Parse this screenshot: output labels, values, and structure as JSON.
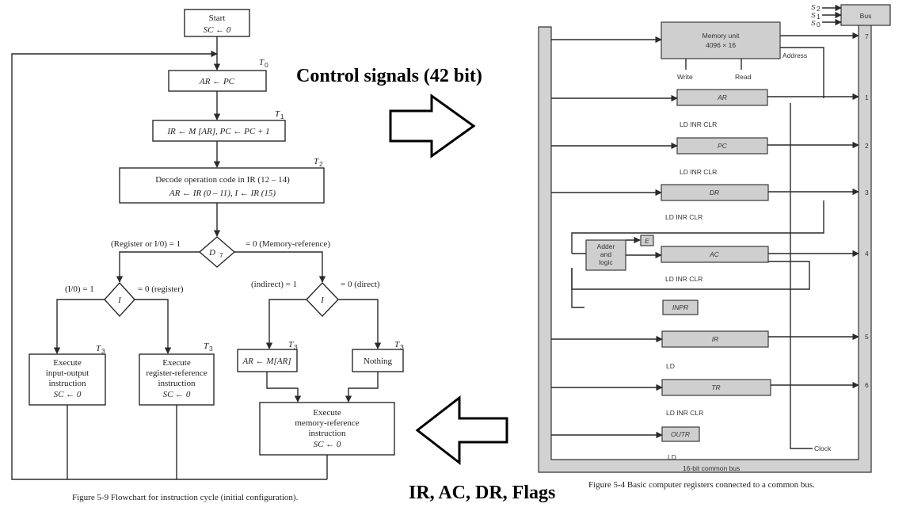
{
  "flowchart": {
    "start": [
      "Start",
      "SC ← 0"
    ],
    "t0": "T",
    "t0_sub": "0",
    "fetch1": "AR ← PC",
    "t1": "T",
    "t1_sub": "1",
    "fetch2": "IR ← M [AR],  PC ← PC + 1",
    "t2": "T",
    "t2_sub": "2",
    "decode": [
      "Decode operation code in IR (12 – 14)",
      "AR ← IR (0 – 11),  I ← IR (15)"
    ],
    "d7": "D",
    "d7_sub": "7",
    "d7_left": "(Register or I/0)  = 1",
    "d7_right": "= 0  (Memory-reference)",
    "i_left_label": "I",
    "i_left_one": "(I/0)  = 1",
    "i_left_zero": "= 0  (register)",
    "i_right_label": "I",
    "i_right_one": "(indirect)  = 1",
    "i_right_zero": "= 0  (direct)",
    "t3": "T",
    "t3_sub": "3",
    "box_io": [
      "Execute",
      "input-output",
      "instruction",
      "SC ← 0"
    ],
    "box_reg": [
      "Execute",
      "register-reference",
      "instruction",
      "SC ← 0"
    ],
    "box_ind": "AR ← M[AR]",
    "box_nothing": "Nothing",
    "box_mem": [
      "Execute",
      "memory-reference",
      "instruction",
      "SC ← 0"
    ],
    "caption": "Figure 5-9   Flowchart for instruction cycle (initial configuration)."
  },
  "annotations": {
    "control": "Control signals (42 bit)",
    "flags": "IR, AC, DR, Flags"
  },
  "bus_diagram": {
    "selects": [
      "S",
      "S",
      "S"
    ],
    "select_subs": [
      "2",
      "1",
      "0"
    ],
    "bus": "Bus",
    "memory": [
      "Memory unit",
      "4096 × 16"
    ],
    "address": "Address",
    "write": "Write",
    "read": "Read",
    "registers": [
      {
        "name": "AR",
        "code": "1",
        "controls": "LD    INR    CLR"
      },
      {
        "name": "PC",
        "code": "2",
        "controls": "LD    INR    CLR"
      },
      {
        "name": "DR",
        "code": "3",
        "controls": "LD    INR    CLR"
      },
      {
        "name": "AC",
        "code": "4",
        "controls": "LD    INR    CLR"
      },
      {
        "name": "INPR",
        "code": "",
        "controls": ""
      },
      {
        "name": "IR",
        "code": "5",
        "controls": "LD"
      },
      {
        "name": "TR",
        "code": "6",
        "controls": "LD    INR    CLR"
      },
      {
        "name": "OUTR",
        "code": "",
        "controls": "LD"
      }
    ],
    "memory_code": "7",
    "adder": [
      "Adder",
      "and",
      "logic"
    ],
    "e": "E",
    "clock": "Clock",
    "common_bus": "16-bit common bus",
    "caption": "Figure 5-4   Basic computer registers connected to a common bus."
  }
}
